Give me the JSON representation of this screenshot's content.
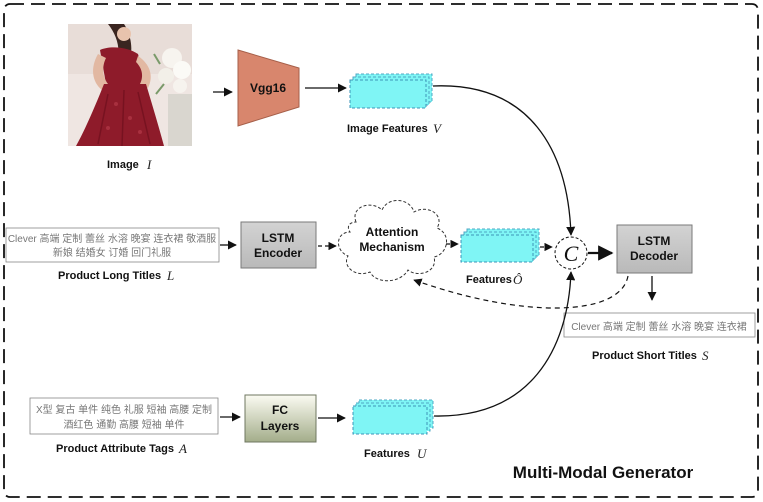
{
  "image": {
    "label": "Image",
    "math": "I"
  },
  "vgg": {
    "label": "Vgg16"
  },
  "image_features": {
    "label": "Image Features",
    "math": "V"
  },
  "long_titles": {
    "line1": "Clever 高端 定制 蕾丝 水溶 晚宴 连衣裙 敬酒服",
    "line2": "新娘 结婚女 订婚 回门礼服",
    "label": "Product Long Titles",
    "math": "L"
  },
  "lstm_encoder": {
    "line1": "LSTM",
    "line2": "Encoder"
  },
  "attention": {
    "line1": "Attention",
    "line2": "Mechanism"
  },
  "features_o": {
    "label": "Features",
    "math": "Ô"
  },
  "concat": {
    "symbol": "C"
  },
  "lstm_decoder": {
    "line1": "LSTM",
    "line2": "Decoder"
  },
  "short_titles": {
    "text": "Clever 高端 定制 蕾丝 水溶 晚宴 连衣裙",
    "label": "Product Short Titles",
    "math": "S"
  },
  "attr_tags": {
    "line1": "X型 复古 单件 纯色 礼服 短袖 高腰 定制",
    "line2": "酒红色 通勤 高腰 短袖 单件",
    "label": "Product Attribute Tags",
    "math": "A"
  },
  "fc_layers": {
    "line1": "FC",
    "line2": "Layers"
  },
  "features_u": {
    "label": "Features",
    "math": "U"
  },
  "footer": {
    "title": "Multi-Modal  Generator"
  },
  "colors": {
    "vgg": "#d9876f",
    "feature": "#7ff5f5",
    "lstm": "#c4c4c4",
    "fc_top": "#fafaf0",
    "fc_bottom": "#a7b08f",
    "dress": "#8e1b2a"
  }
}
